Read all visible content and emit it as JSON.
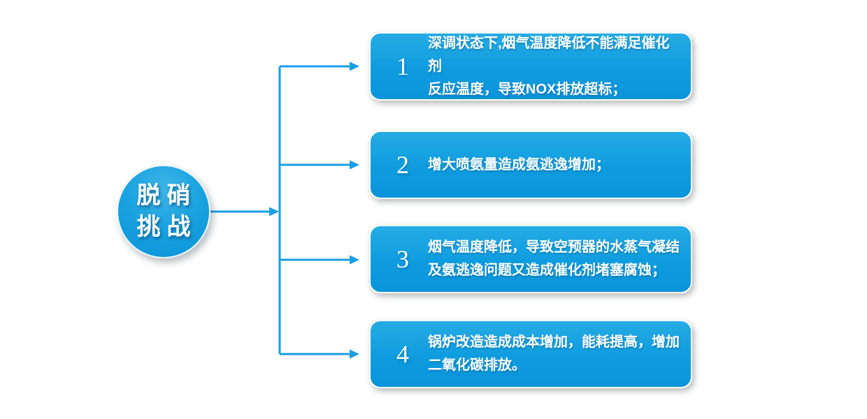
{
  "diagram": {
    "title": {
      "text": "脱硝\n挑战"
    },
    "items": [
      {
        "number": "1",
        "text": "深调状态下,烟气温度降低不能满足催化剂\n反应温度，导致NOX排放超标；"
      },
      {
        "number": "2",
        "text": "增大喷氨量造成氨逃逸增加；"
      },
      {
        "number": "3",
        "text": "烟气温度降低，导致空预器的水蒸气凝结\n及氨逃逸问题又造成催化剂堵塞腐蚀；"
      },
      {
        "number": "4",
        "text": "锅炉改造造成成本增加，能耗提高，增加\n二氧化碳排放。"
      }
    ],
    "colors": {
      "box_blue_top": "#26abe4",
      "box_blue_bottom": "#0a94da",
      "circle_blue": "#18a2e0",
      "connector_blue": "#199ee2",
      "text_white": "#ffffff"
    }
  }
}
